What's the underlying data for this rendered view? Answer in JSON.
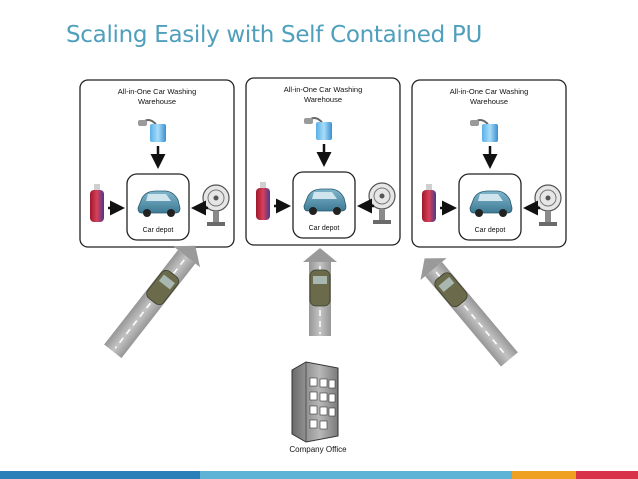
{
  "slide": {
    "title": "Scaling Easily with Self Contained PU"
  },
  "warehouses": [
    {
      "title_line1": "All-in-One Car Washing",
      "title_line2": "Warehouse",
      "depot_label": "Car depot"
    },
    {
      "title_line1": "All-in-One Car Washing",
      "title_line2": "Warehouse",
      "depot_label": "Car depot"
    },
    {
      "title_line1": "All-in-One Car Washing",
      "title_line2": "Warehouse",
      "depot_label": "Car depot"
    }
  ],
  "office": {
    "label": "Company Office"
  },
  "colors": {
    "title": "#4f9fbd",
    "footer": [
      "#2a7fb8",
      "#5cb3d6",
      "#f0a020",
      "#d8324a"
    ]
  }
}
